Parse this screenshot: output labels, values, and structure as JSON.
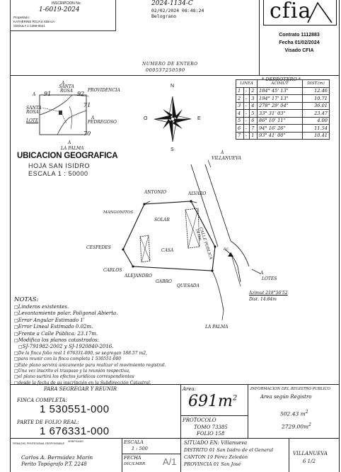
{
  "header": {
    "inscripcion_label": "INSCRIPCION No.",
    "inscripcion_number": "1-6019-2024",
    "prop_line1": "Propietario:",
    "prop_line2": "KATHERINE ROJAS SIBAJA",
    "prop_line3": "CEDULA 1-1356-0521",
    "plan_number": "2024-1134-C",
    "plan_datetime": "02/02/2024 08:48:24",
    "plan_place": "Belograno"
  },
  "cfia": {
    "logo": "cfia",
    "contrato": "Contrato 1112883",
    "fecha": "Fecha 01/02/2024",
    "visado": "Visado CFIA"
  },
  "entry": {
    "label": "NUMERO DE ENTERO",
    "number": "000537250590"
  },
  "derrotero": {
    "title": "* DERROTERO *",
    "headers": [
      "LINEA",
      "ACIMUT",
      "DIST.(m)"
    ],
    "rows": [
      [
        "1",
        "-",
        "2",
        "184° 45' 13\"",
        "12.46"
      ],
      [
        "2",
        "-",
        "3",
        "194° 17' 13\"",
        "10.71"
      ],
      [
        "3",
        "-",
        "4",
        "278° 29' 04\"",
        "36.01"
      ],
      [
        "4",
        "-",
        "5",
        "33° 31' 03\"",
        "23.47"
      ],
      [
        "5",
        "-",
        "6",
        "86° 10' 11\"",
        "4.00"
      ],
      [
        "6",
        "-",
        "7",
        "94° 16' 26\"",
        "11.54"
      ],
      [
        "7",
        "-",
        "1",
        "93° 41' 00\"",
        "10.41"
      ]
    ]
  },
  "location_map": {
    "santa_rosa_top": "SANTA ROSA",
    "providencia": "PROVIDENCIA",
    "santa_rosa_left": "SANTA ROSA",
    "pedregoso": "PEDREGOSO",
    "la_palma": "LA PALMA",
    "lote": "LOTE",
    "a1": "A",
    "a2": "A",
    "a3": "A",
    "a4": "A",
    "n91": "91",
    "n92": "92",
    "n71": "71",
    "n70": "70"
  },
  "compass": {
    "n": "N",
    "s": "S",
    "e": "E",
    "o": "O"
  },
  "ubicacion": {
    "title": "UBICACION GEOGRAFICA",
    "hoja": "HOJA   SAN ISIDRO",
    "escala": "ESCALA 1 : 50000"
  },
  "plot": {
    "villanueva": "VILLANUEVA",
    "antonio": "ANTONIO",
    "alvaro": "ALVARO",
    "mangonitos": "MANGONITOS",
    "solar": "SOLAR",
    "casa": "CASA",
    "cespedes": "CESPEDES",
    "carlos": "CARLOS",
    "alejandro": "ALEJANDRO",
    "gabriel": "GABRO",
    "quesada": "QUESADA",
    "calle": "CALLE PUBLICA 14.0m",
    "lotes": "LOTES",
    "la_palma": "LA PALMA",
    "azimut": "Azimut 218°56'52",
    "dist": "Dist. 14.84m",
    "a_top": "A",
    "a_bottom": "A",
    "pc": "P.C."
  },
  "notas": {
    "title": "NOTAS:",
    "items": [
      "Linderos existentes.",
      "Levantamiento polar. Poligonal Abierta.",
      "Error Angular Estimado 1'",
      "Error Lineal Estimado 0.02m.",
      "Frente a Calle Pública: 23.17m.",
      "Modifica los planos catastrados:",
      "SJ-791982-2002 y SJ-1920840-2016.",
      "De la finca folio real 1 676331-000, se segregan 188.57 m2,",
      "para reunir con la finca completa 1 530551-000",
      "Este plano servirá únicamente para realizar el movimiento registral.",
      "Una vez inscrito el traspaso y la reunión respectiva,",
      "el plano surtirá los efectos jurídicos correspondientes",
      "desde la fecha de su inscripción en la Subdirección Catastral."
    ]
  },
  "bottom": {
    "segregar": "PARA SEGREGAR Y REUNIR",
    "finca_label": "FINCA COMPLETA:",
    "finca_value": "1 530551-000",
    "parte_label": "PARTE DE FOLIO REAL:",
    "parte_value": "1 676331-000",
    "area_label": "Area:",
    "area_value": "691m",
    "area_sup": "2",
    "protocolo": "PROTOCOLO",
    "tomo": "TOMO 73385",
    "folio": "FOLIO 158",
    "info_title": "INFORMACION DEL REGISTRO PUBLICO",
    "info_sub": "Area según Registro",
    "info_area1": "502.43 m",
    "info_area2": "2729.00m",
    "sup2": "2",
    "fine1": "FIRMA DEL PROFESIONAL RESPONSABLE",
    "fine2": "VERIFICADO",
    "surveyor_name": "Carlos A. Bermúdez Marín",
    "surveyor_title": "Perito Topógrafo   P.T. 2248",
    "escala_label": "ESCALA",
    "escala_value": "1 : 500",
    "fecha_label": "FECHA",
    "fecha_value": "DIC/LMBR.",
    "sheet_code": "A/1",
    "situado": "SITUADO EN: Villanueva",
    "distrito": "DISTRITO 01 San Isidro de el General",
    "canton": "CANTON 19 Pérez Zeledón",
    "provincia": "PROVINCIA 01 San José",
    "villanueva": "VILLANUEVA",
    "hoja": "6 1/2"
  }
}
